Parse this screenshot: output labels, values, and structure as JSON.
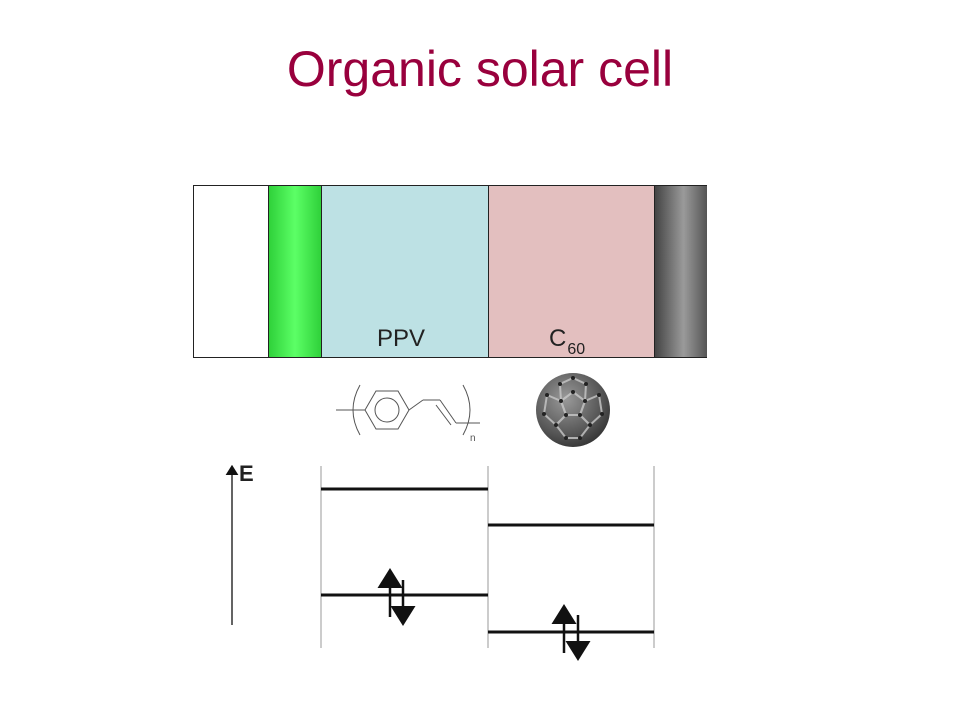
{
  "title": "Organic solar cell",
  "layers": {
    "ppv_label": "PPV",
    "c60_label": "C",
    "c60_subscript": "60"
  },
  "structure": {
    "repeat_unit_label": "n"
  },
  "energy_diagram": {
    "axis_label": "E"
  },
  "colors": {
    "title": "#99003d",
    "ito": "#4dff57",
    "ppv": "#bde1e4",
    "c60": "#e3bfbf",
    "metal": "#7a7a7a"
  }
}
